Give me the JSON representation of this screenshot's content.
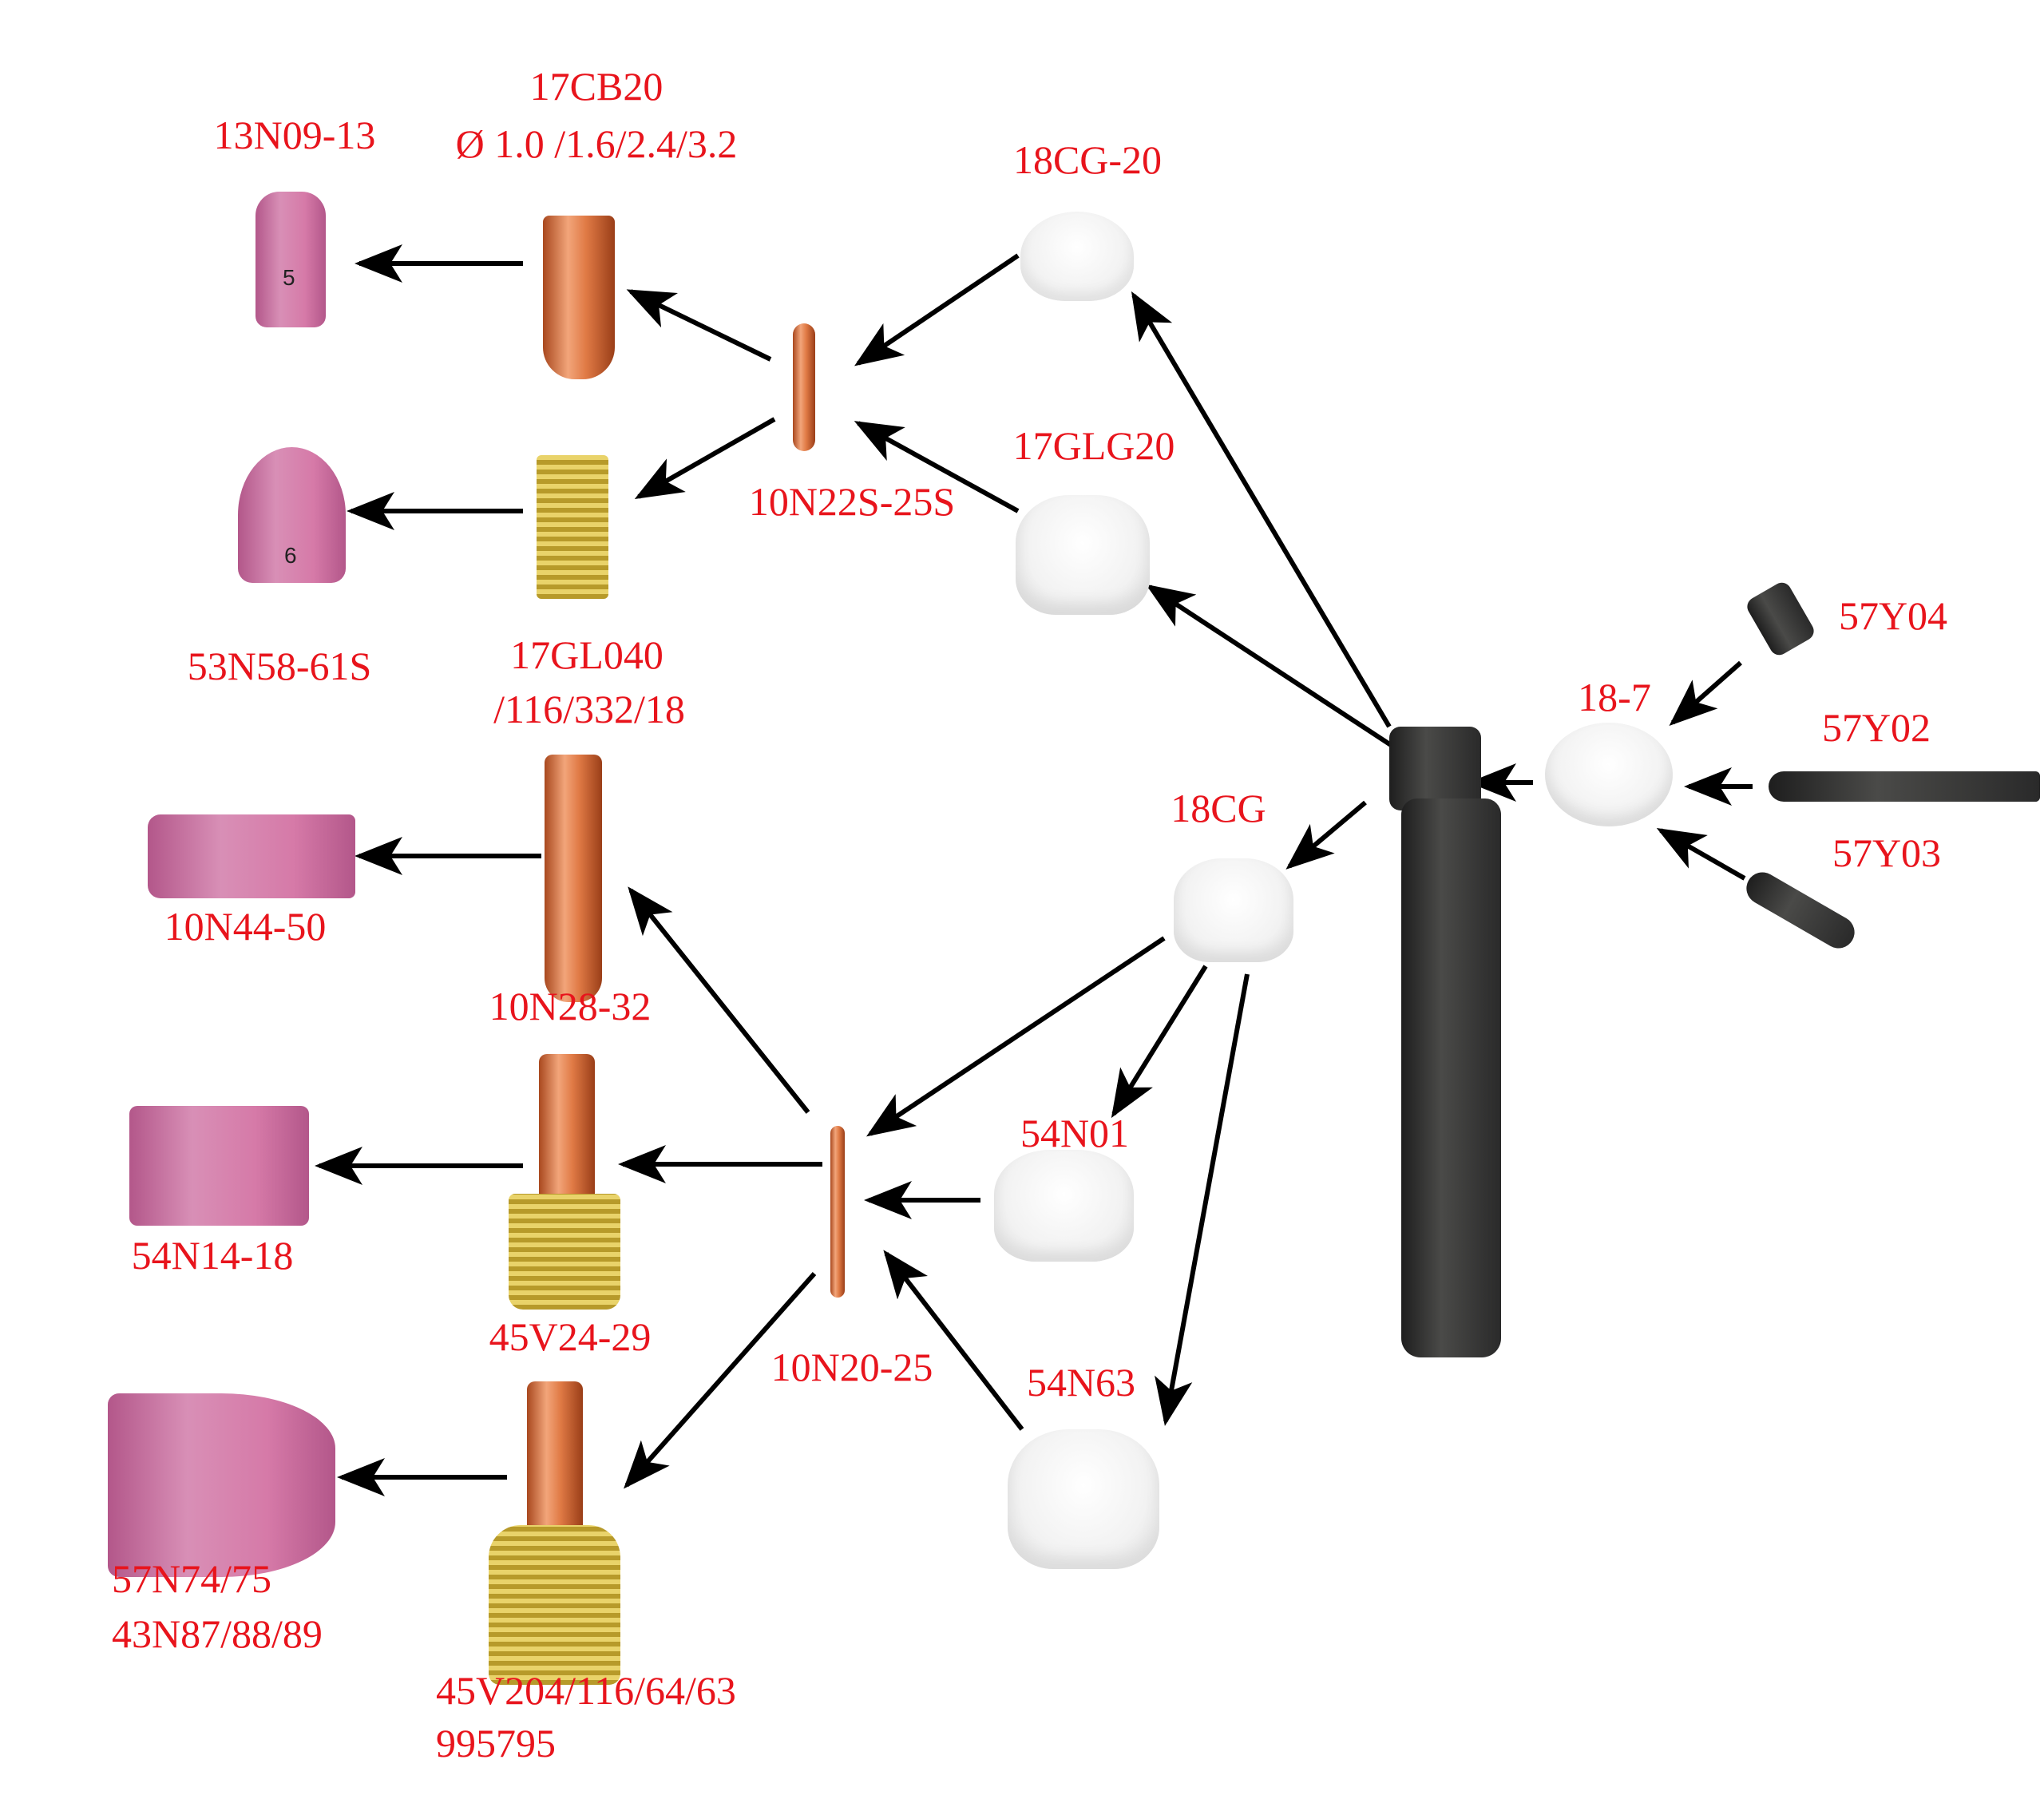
{
  "title": "TIG torch consumables diagram",
  "colors": {
    "label": "#e8141c",
    "arrow": "#000000"
  },
  "labels": {
    "cup_13N09_13": "13N09-13",
    "collet_body_17CB20": "17CB20",
    "collet_body_sizes": "Ø 1.0 /1.6/2.4/3.2",
    "insulator_18CG_20": "18CG-20",
    "gas_lens_insulator_17GLG20": "17GLG20",
    "collet_10N22S_25S": "10N22S-25S",
    "cup_53N58_61S": "53N58-61S",
    "gas_lens_17GL040": "17GL040",
    "gas_lens_17GL040_sizes": "/116/332/18",
    "back_cap_57Y04": "57Y04",
    "insulator_18_7": "18-7",
    "back_cap_57Y02": "57Y02",
    "back_cap_57Y03": "57Y03",
    "insulator_18CG": "18CG",
    "cup_10N44_50": "10N44-50",
    "collet_body_10N28_32": "10N28-32",
    "insulator_54N01": "54N01",
    "cup_54N14_18": "54N14-18",
    "gas_lens_45V24_29": "45V24-29",
    "collet_10N20_25": "10N20-25",
    "insulator_54N63": "54N63",
    "cup_57N74_75": "57N74/75",
    "cup_43N87_88_89": "43N87/88/89",
    "gas_lens_45V204": "45V204/116/64/63",
    "gas_lens_995795": "995795"
  },
  "cup_markings": {
    "cup_5": "5",
    "cup_6": "6"
  }
}
